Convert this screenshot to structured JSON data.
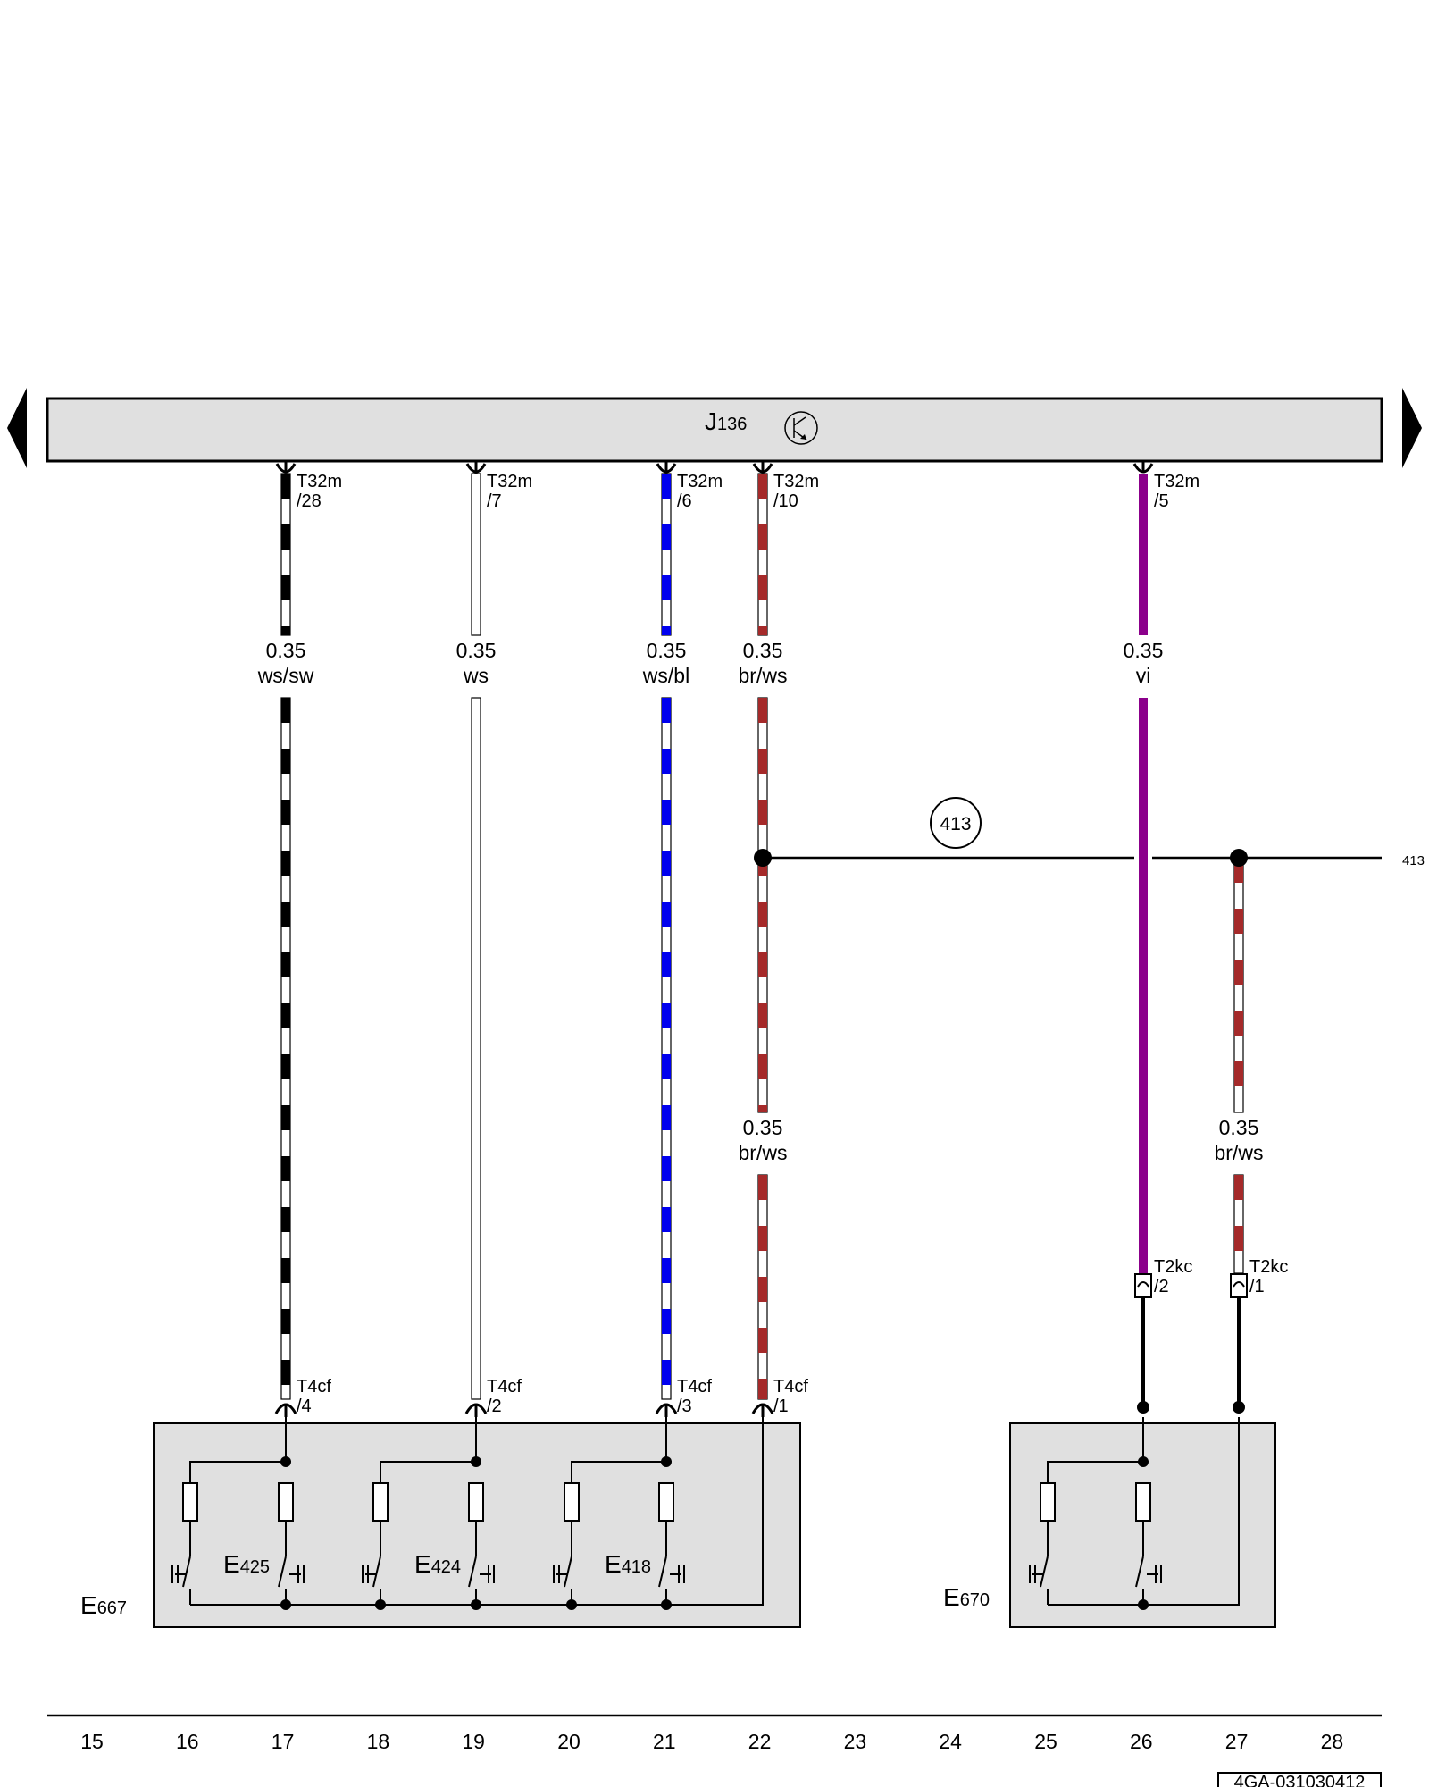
{
  "module": {
    "designation": "J",
    "number": "136"
  },
  "wires": [
    {
      "id": "w28",
      "connector": "T32m",
      "pin": "/28",
      "gauge": "0.35",
      "color": "ws/sw",
      "stripe": "#000000",
      "bottom_connector": "T4cf",
      "bottom_pin": "/4"
    },
    {
      "id": "w7",
      "connector": "T32m",
      "pin": "/7",
      "gauge": "0.35",
      "color": "ws",
      "stripe": "#ffffff",
      "bottom_connector": "T4cf",
      "bottom_pin": "/2"
    },
    {
      "id": "w6",
      "connector": "T32m",
      "pin": "/6",
      "gauge": "0.35",
      "color": "ws/bl",
      "stripe": "#0000ee",
      "bottom_connector": "T4cf",
      "bottom_pin": "/3"
    },
    {
      "id": "w10",
      "connector": "T32m",
      "pin": "/10",
      "gauge": "0.35",
      "color": "br/ws",
      "stripe": "#a52a2a",
      "gauge2": "0.35",
      "color2": "br/ws",
      "bottom_connector": "T4cf",
      "bottom_pin": "/1"
    },
    {
      "id": "w5",
      "connector": "T32m",
      "pin": "/5",
      "gauge": "0.35",
      "color": "vi",
      "stripe": "#8b008b",
      "bottom_connector": "T2kc",
      "bottom_pin": "/2"
    },
    {
      "id": "wb",
      "gauge": "0.35",
      "color": "br/ws",
      "stripe": "#a52a2a",
      "bottom_connector": "T2kc",
      "bottom_pin": "/1"
    }
  ],
  "junction": {
    "ref": "413",
    "continuation": "413"
  },
  "components": {
    "e667": {
      "designation": "E",
      "number": "667"
    },
    "e425": {
      "designation": "E",
      "number": "425"
    },
    "e424": {
      "designation": "E",
      "number": "424"
    },
    "e418": {
      "designation": "E",
      "number": "418"
    },
    "e670": {
      "designation": "E",
      "number": "670"
    }
  },
  "columns": [
    "15",
    "16",
    "17",
    "18",
    "19",
    "20",
    "21",
    "22",
    "23",
    "24",
    "25",
    "26",
    "27",
    "28"
  ],
  "doc_id": "4GA-031030412",
  "colors": {
    "module_fill": "#e0e0e0",
    "component_fill": "#e0e0e0",
    "line": "#000000",
    "brown": "#a52a2a",
    "violet": "#8b008b",
    "blue": "#0000ee"
  }
}
